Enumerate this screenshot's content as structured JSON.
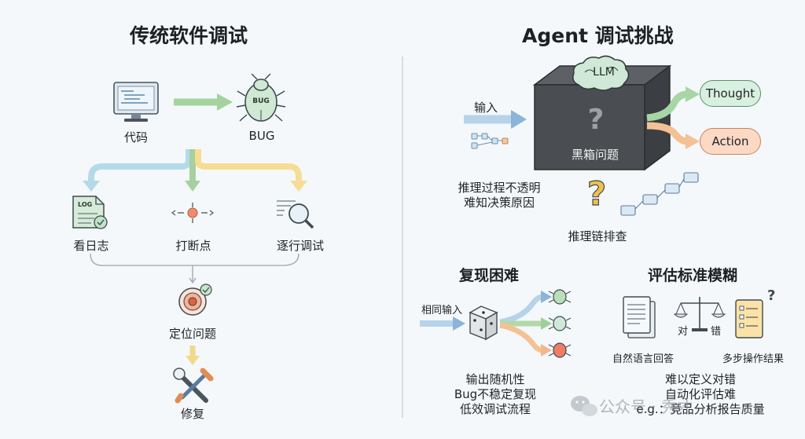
{
  "left": {
    "title": "传统软件调试",
    "code_label": "代码",
    "bug_label": "BUG",
    "bug_icon_text": "BUG",
    "log_label": "看日志",
    "log_icon_text": "LOG",
    "breakpoint_label": "打断点",
    "step_label": "逐行调试",
    "locate_label": "定位问题",
    "fix_label": "修复"
  },
  "right": {
    "title": "Agent 调试挑战",
    "input_label": "输入",
    "llm_text": "LLM",
    "box_question": "?",
    "box_label": "黑箱问题",
    "thought_label": "Thought",
    "action_label": "Action",
    "opaque_line1": "推理过程不透明",
    "opaque_line2": "难知决策原因",
    "chain_question": "?",
    "chain_label": "推理链排查",
    "repro": {
      "title": "复现困难",
      "input_label": "相同输入",
      "line1": "输出随机性",
      "line2": "Bug不稳定复现",
      "line3": "低效调试流程"
    },
    "eval": {
      "title": "评估标准模糊",
      "nl_label": "自然语言回答",
      "scale_left": "对",
      "scale_right": "错",
      "multi_label": "多步操作结果",
      "multi_question": "?",
      "line1": "难以定义对错",
      "line2": "自动化评估难",
      "line3": "e.g.：竞品分析报告质量"
    }
  },
  "watermark": "公众号 · 秀才",
  "colors": {
    "blue_arrow": "#7fb0d6",
    "green_arrow": "#9fcf9a",
    "yellow_arrow": "#f2d98a",
    "orange_arrow": "#f2b78a",
    "thought_pill": "#d8f0df",
    "action_pill": "#fbd9c4"
  }
}
